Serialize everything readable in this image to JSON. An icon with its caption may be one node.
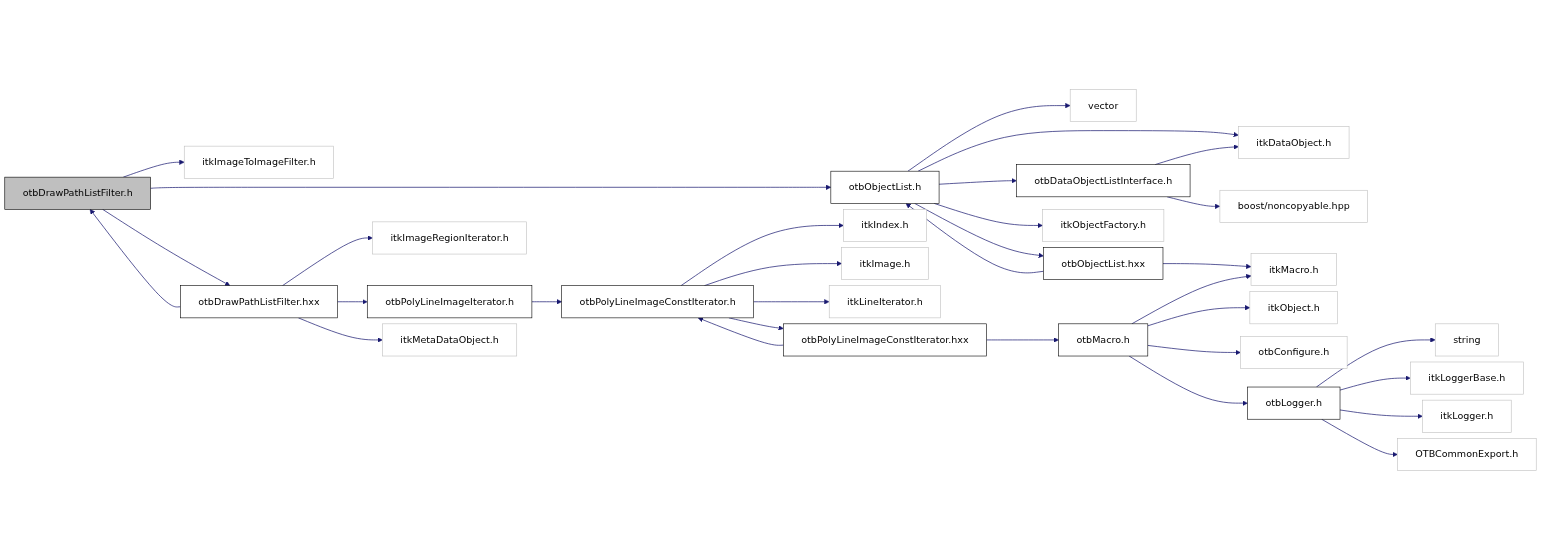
{
  "diagram": {
    "nodes": [
      {
        "text": [
          "otbDrawPathListFilter.h"
        ]
      },
      {
        "text": [
          "itkImageToImageFilter.h"
        ]
      },
      {
        "text": [
          "otbObjectList.h"
        ]
      },
      {
        "text": [
          "otbDrawPathListFilter.hxx"
        ]
      },
      {
        "text": [
          "vector"
        ]
      },
      {
        "text": [
          "otbDataObjectListInterface.h"
        ]
      },
      {
        "text": [
          "itkObjectFactory.h"
        ]
      },
      {
        "text": [
          "otbObjectList.hxx"
        ]
      },
      {
        "text": [
          "itkImageRegionIterator.h"
        ]
      },
      {
        "text": [
          "otbPolyLineImageIterator.h"
        ]
      },
      {
        "text": [
          "itkMetaDataObject.h"
        ]
      },
      {
        "text": [
          "itkDataObject.h"
        ]
      },
      {
        "text": [
          "boost/noncopyable.hpp"
        ]
      },
      {
        "text": [
          "otbPolyLineImageConstIterator.h"
        ]
      },
      {
        "text": [
          "itkIndex.h"
        ]
      },
      {
        "text": [
          "itkImage.h"
        ]
      },
      {
        "text": [
          "itkLineIterator.h"
        ]
      },
      {
        "text": [
          "otbPolyLineImageConstIterator.hxx"
        ]
      },
      {
        "text": [
          "otbMacro.h"
        ]
      },
      {
        "text": [
          "itkMacro.h"
        ]
      },
      {
        "text": [
          "itkObject.h"
        ]
      },
      {
        "text": [
          "otbConfigure.h"
        ]
      },
      {
        "text": [
          "otbLogger.h"
        ]
      },
      {
        "text": [
          "string"
        ]
      },
      {
        "text": [
          "itkLoggerBase.h"
        ]
      },
      {
        "text": [
          "itkLogger.h"
        ]
      },
      {
        "text": [
          "OTBCommonExport.h"
        ]
      }
    ],
    "edges": [
      {
        "from": 0,
        "to": 1,
        "arrow": "to"
      },
      {
        "from": 0,
        "to": 2,
        "arrow": "to"
      },
      {
        "from": 0,
        "to": 3,
        "arrow": "to"
      },
      {
        "from": 3,
        "to": 0,
        "arrow": "to"
      },
      {
        "from": 2,
        "to": 4,
        "arrow": "to"
      },
      {
        "from": 2,
        "to": 11,
        "arrow": "to"
      },
      {
        "from": 2,
        "to": 5,
        "arrow": "to"
      },
      {
        "from": 2,
        "to": 6,
        "arrow": "to"
      },
      {
        "from": 2,
        "to": 7,
        "arrow": "to"
      },
      {
        "from": 7,
        "to": 2,
        "arrow": "to"
      },
      {
        "from": 5,
        "to": 11,
        "arrow": "to"
      },
      {
        "from": 5,
        "to": 12,
        "arrow": "to"
      },
      {
        "from": 7,
        "to": 19,
        "arrow": "to"
      },
      {
        "from": 3,
        "to": 8,
        "arrow": "to"
      },
      {
        "from": 3,
        "to": 9,
        "arrow": "to"
      },
      {
        "from": 3,
        "to": 10,
        "arrow": "to"
      },
      {
        "from": 9,
        "to": 13,
        "arrow": "to"
      },
      {
        "from": 13,
        "to": 14,
        "arrow": "to"
      },
      {
        "from": 13,
        "to": 15,
        "arrow": "to"
      },
      {
        "from": 13,
        "to": 16,
        "arrow": "to"
      },
      {
        "from": 13,
        "to": 17,
        "arrow": "to"
      },
      {
        "from": 17,
        "to": 13,
        "arrow": "to"
      },
      {
        "from": 17,
        "to": 18,
        "arrow": "to"
      },
      {
        "from": 18,
        "to": 19,
        "arrow": "to"
      },
      {
        "from": 18,
        "to": 20,
        "arrow": "to"
      },
      {
        "from": 18,
        "to": 21,
        "arrow": "to"
      },
      {
        "from": 18,
        "to": 22,
        "arrow": "to"
      },
      {
        "from": 22,
        "to": 23,
        "arrow": "to"
      },
      {
        "from": 22,
        "to": 24,
        "arrow": "to"
      },
      {
        "from": 22,
        "to": 25,
        "arrow": "to"
      },
      {
        "from": 22,
        "to": 26,
        "arrow": "to"
      }
    ]
  }
}
